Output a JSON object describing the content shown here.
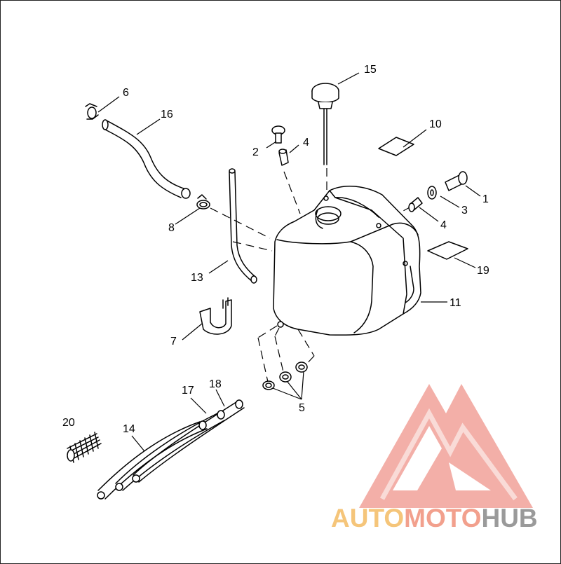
{
  "callouts": [
    "1",
    "2",
    "3",
    "4",
    "4",
    "5",
    "6",
    "7",
    "8",
    "10",
    "11",
    "13",
    "14",
    "15",
    "16",
    "17",
    "18",
    "19",
    "20"
  ],
  "watermark": {
    "part1": "AUTO",
    "part2": "MOTO",
    "part3": "HUB",
    "color_auto": "#f5c57a",
    "color_moto": "#f2a08d",
    "color_hub": "#9a9a9a",
    "logo_color": "#f2a29a"
  }
}
